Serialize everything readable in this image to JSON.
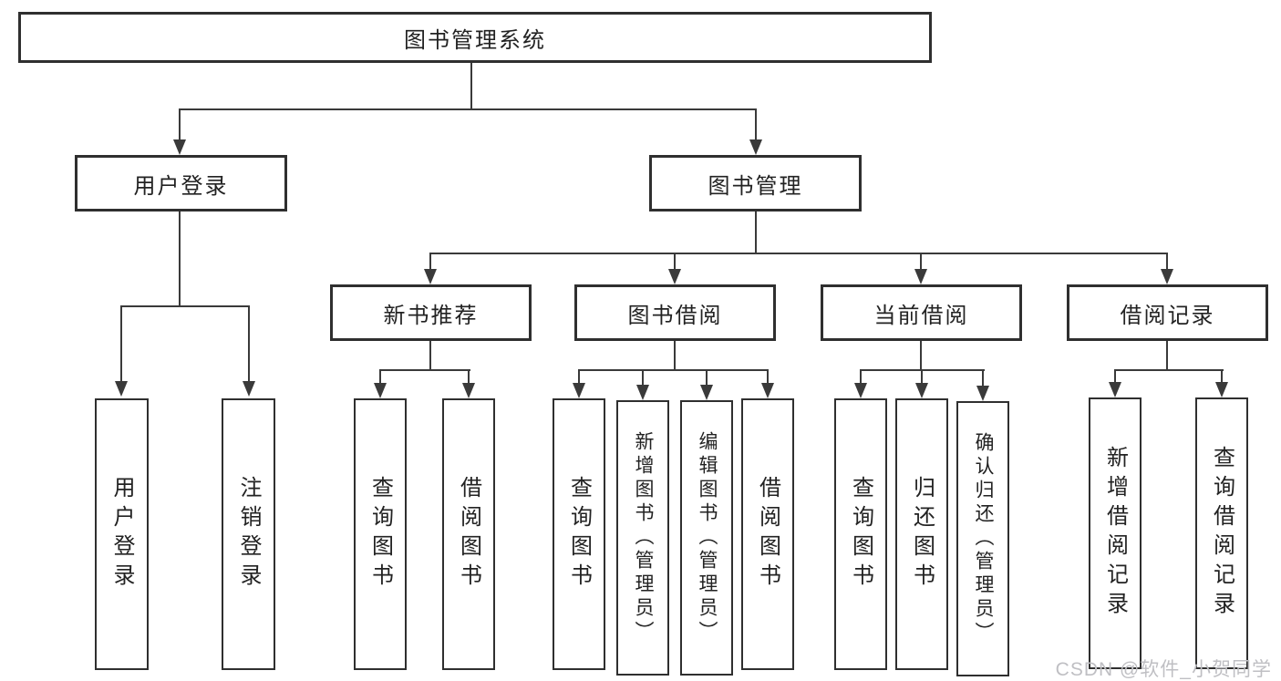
{
  "tree": {
    "label": "图书管理系统",
    "children": [
      {
        "label": "用户登录",
        "children": [
          {
            "label": "用户登录"
          },
          {
            "label": "注销登录"
          }
        ]
      },
      {
        "label": "图书管理",
        "children": [
          {
            "label": "新书推荐",
            "children": [
              {
                "label": "查询图书"
              },
              {
                "label": "借阅图书"
              }
            ]
          },
          {
            "label": "图书借阅",
            "children": [
              {
                "label": "查询图书"
              },
              {
                "label": "新增图书（管理员）"
              },
              {
                "label": "编辑图书（管理员）"
              },
              {
                "label": "借阅图书"
              }
            ]
          },
          {
            "label": "当前借阅",
            "children": [
              {
                "label": "查询图书"
              },
              {
                "label": "归还图书"
              },
              {
                "label": "确认归还（管理员）"
              }
            ]
          },
          {
            "label": "借阅记录",
            "children": [
              {
                "label": "新增借阅记录"
              },
              {
                "label": "查询借阅记录"
              }
            ]
          }
        ]
      }
    ]
  },
  "watermark": {
    "text": "CSDN @软件_小贺同学",
    "color": "#bfbfc3"
  },
  "colors": {
    "background": "#ffffff",
    "box_border": "#2f2f2f",
    "line": "#3a3a3a",
    "text": "#222222"
  }
}
